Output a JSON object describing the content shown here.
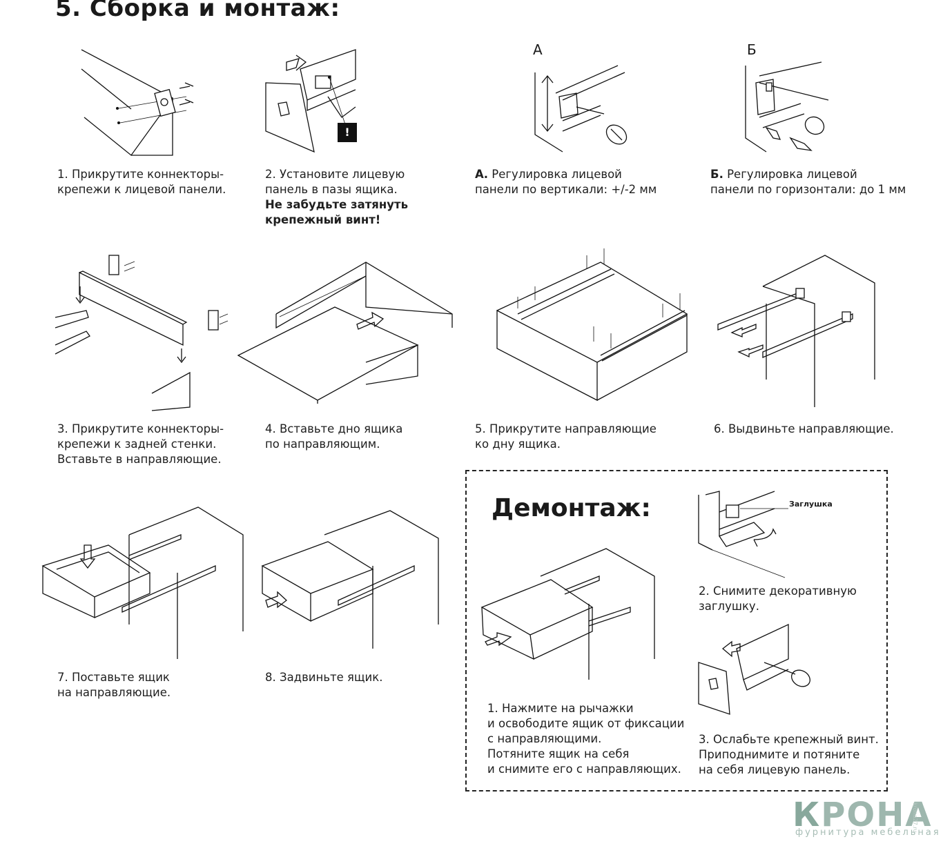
{
  "title": "5. Сборка и монтаж:",
  "steps": [
    {
      "lines": [
        "1. Прикрутите коннекторы-",
        "крепежи к лицевой панели."
      ]
    },
    {
      "lines": [
        "2. Установите лицевую",
        "панель в пазы ящика."
      ],
      "bold_lines": [
        "Не забудьте затянуть",
        "крепежный винт!"
      ]
    },
    {
      "label": "А",
      "prefix": "А.",
      "lines": [
        " Регулировка лицевой",
        "панели по вертикали: +/-2 мм"
      ]
    },
    {
      "label": "Б",
      "prefix": "Б.",
      "lines": [
        " Регулировка лицевой",
        "панели по горизонтали: до 1 мм"
      ]
    },
    {
      "lines": [
        "3. Прикрутите коннекторы-",
        "крепежи к задней стенки.",
        "Вставьте в направляющие."
      ]
    },
    {
      "lines": [
        "4. Вставьте дно ящика",
        "по направляющим."
      ]
    },
    {
      "lines": [
        "5. Прикрутите направляющие",
        "ко дну ящика."
      ]
    },
    {
      "lines": [
        "6. Выдвиньте направляющие."
      ]
    },
    {
      "lines": [
        "7. Поставьте ящик",
        "на направляющие."
      ]
    },
    {
      "lines": [
        "8. Задвиньте ящик."
      ]
    }
  ],
  "warning_mark": "!",
  "demontage": {
    "title": "Демонтаж:",
    "callout": "Заглушка",
    "step1": [
      "1. Нажмите на рычажки",
      "и освободите ящик от фиксации",
      "с направляющими.",
      "Потяните ящик на себя",
      "и снимите его с направляющих."
    ],
    "step2": [
      "2. Снимите декоративную",
      "заглушку."
    ],
    "step3": [
      "3. Ослабьте крепежный винт.",
      "Приподнимите и потяните",
      "на себя лицевую панель."
    ]
  },
  "logo": {
    "first": "К",
    "rest": "РОНА",
    "subtitle": "фурнитура мебельная",
    "url": "krona27.ru"
  },
  "colors": {
    "ink": "#1a1a1a",
    "logo": "#9eb7ae"
  },
  "icons": [
    "screw-icon",
    "arrow-icon",
    "screwdriver-icon",
    "warning-icon"
  ]
}
